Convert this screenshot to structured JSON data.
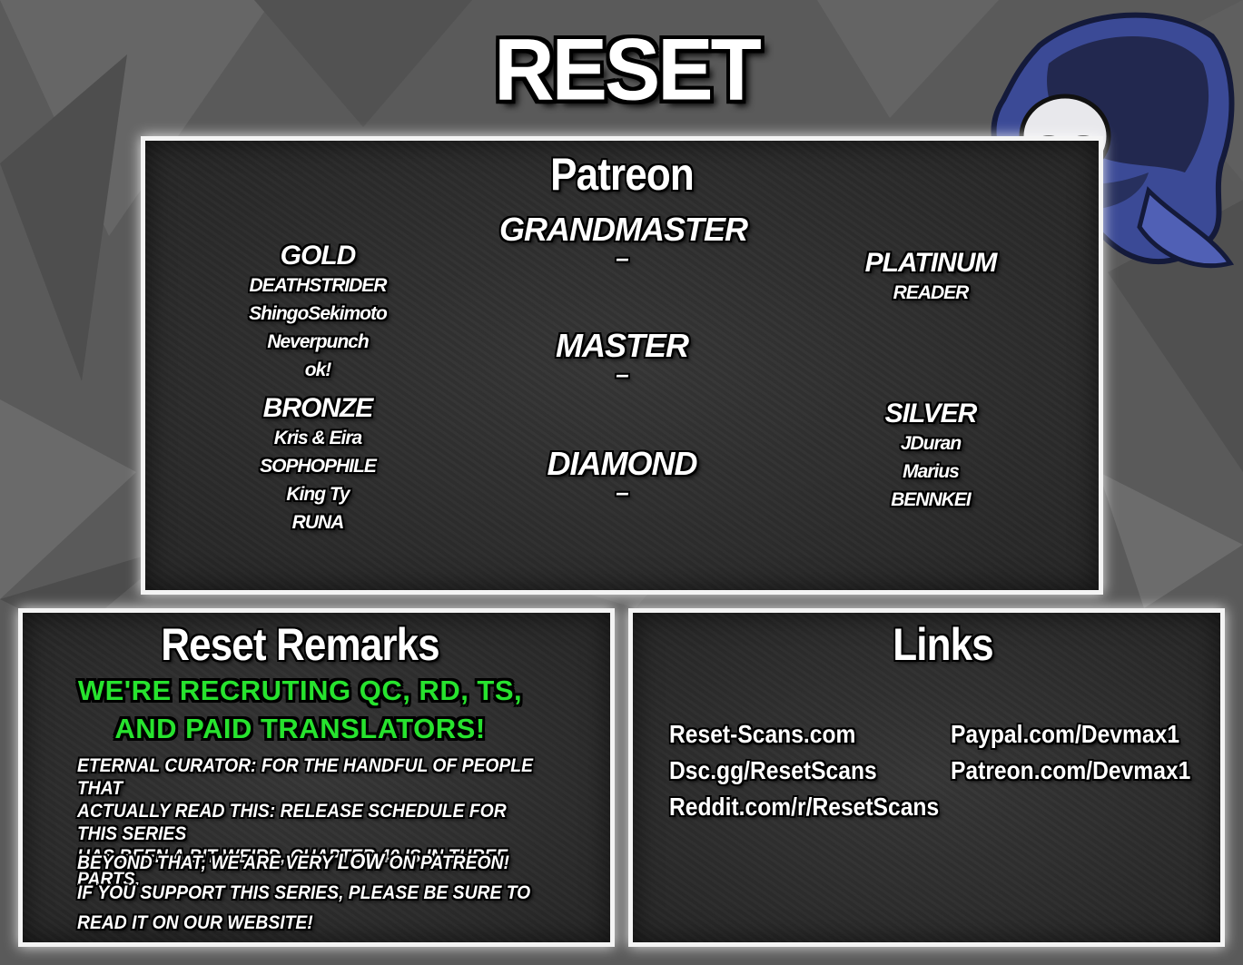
{
  "brand": {
    "title": "RESET SCANS"
  },
  "patreon": {
    "title": "Patreon",
    "tiers": {
      "grandmaster": {
        "label": "GRANDMASTER",
        "members": [
          "–"
        ]
      },
      "master": {
        "label": "MASTER",
        "members": [
          "–"
        ]
      },
      "diamond": {
        "label": "DIAMOND",
        "members": [
          "–"
        ]
      },
      "gold": {
        "label": "GOLD",
        "members": [
          "DEATHSTRIDER",
          "ShingoSekimoto",
          "Neverpunch",
          "ok!"
        ]
      },
      "bronze": {
        "label": "BRONZE",
        "members": [
          "Kris & Eira",
          "SOPHOPHILE",
          "King Ty",
          "RUNA"
        ]
      },
      "platinum": {
        "label": "PLATINUM",
        "members": [
          "READER"
        ]
      },
      "silver": {
        "label": "SILVER",
        "members": [
          "JDuran",
          "Marius",
          "BENNKEI"
        ]
      }
    }
  },
  "remarks": {
    "title": "Reset Remarks",
    "recruit_line1": "WE'RE RECRUTING QC, RD, TS,",
    "recruit_line2": "AND PAID TRANSLATORS!",
    "para1_l1": "ETERNAL CURATOR: FOR THE HANDFUL OF PEOPLE THAT",
    "para1_l2": "ACTUALLY READ THIS: RELEASE SCHEDULE FOR THIS SERIES",
    "para1_l3": "HAS BEEN A BIT WEIRD, CHAPTER 40 IS IN THREE PARTS.",
    "para2_l1a": "BEYOND THAT, WE ARE VERY",
    "para2_l1b": "LOW",
    "para2_l1c": "ON PATREON!",
    "para2_l2": "IF YOU SUPPORT THIS SERIES, PLEASE BE SURE TO",
    "para2_l3": "READ IT ON OUR WEBSITE!"
  },
  "links": {
    "title": "Links",
    "left": [
      "Reset-Scans.com",
      "Dsc.gg/ResetScans",
      "Reddit.com/r/ResetScans"
    ],
    "right": [
      "Paypal.com/Devmax1",
      "Patreon.com/Devmax1"
    ]
  },
  "colors": {
    "background": "#5a5a5a",
    "panel": "#2f2f2f",
    "border": "#f4f4f4",
    "recruit_green": "#27e32e",
    "mascot_cloak": "#4a5aa8"
  },
  "icons": [
    "mascot-hooded-figure"
  ]
}
